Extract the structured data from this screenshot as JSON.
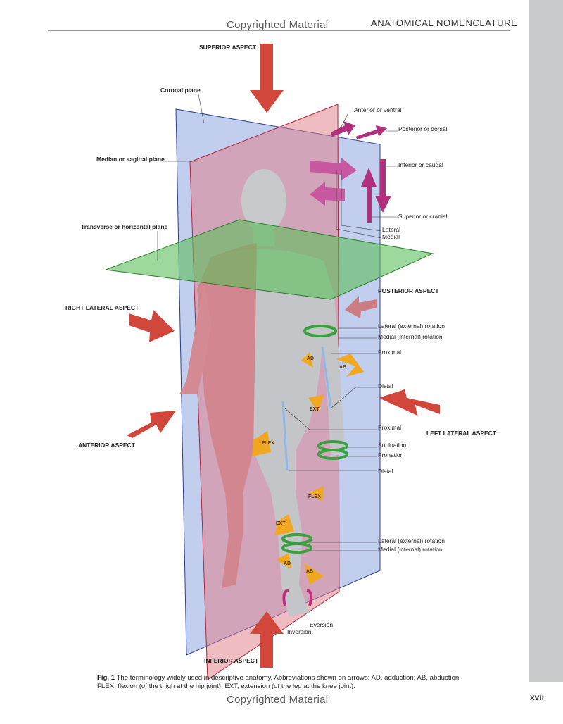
{
  "header": {
    "watermark": "Copyrighted Material",
    "running_head": "ANATOMICAL NOMENCLATURE"
  },
  "figure": {
    "aspects": {
      "superior": "SUPERIOR ASPECT",
      "inferior": "INFERIOR ASPECT",
      "right_lateral": "RIGHT LATERAL ASPECT",
      "left_lateral": "LEFT LATERAL ASPECT",
      "anterior": "ANTERIOR ASPECT",
      "posterior": "POSTERIOR ASPECT"
    },
    "planes": {
      "coronal": "Coronal plane",
      "sagittal": "Median or sagittal plane",
      "transverse": "Transverse or horizontal plane"
    },
    "directions": {
      "anterior": "Anterior or ventral",
      "posterior": "Posterior or dorsal",
      "inferior": "Inferior or caudal",
      "superior": "Superior or cranial",
      "lateral": "Lateral",
      "medial": "Medial"
    },
    "arm": {
      "lateral_rotation": "Lateral (external) rotation",
      "medial_rotation": "Medial (internal) rotation",
      "proximal": "Proximal",
      "distal": "Distal",
      "supination": "Supination",
      "pronation": "Pronation"
    },
    "leg": {
      "proximal": "Proximal",
      "distal": "Distal",
      "lateral_rotation": "Lateral (external) rotation",
      "medial_rotation": "Medial (internal) rotation",
      "eversion": "Eversion",
      "inversion": "Inversion"
    },
    "arrow_labels": {
      "ad": "AD",
      "ab": "AB",
      "ext": "EXT",
      "flex": "FLEX"
    },
    "colors": {
      "coronal": "#8fa6e0",
      "sagittal": "#e07a86",
      "transverse": "#5cc05a",
      "aspect_arrow": "#d2473b",
      "direction_arrow": "#b0307e",
      "movement_arrow": "#f0a820",
      "rotation": "#3aa040"
    }
  },
  "caption": {
    "label": "Fig. 1",
    "text": "The terminology widely used in descriptive anatomy. Abbreviations shown on arrows: AD, adduction; AB, abduction; FLEX, flexion (of the thigh at the hip joint); EXT, extension (of the leg at the knee joint)."
  },
  "footer": {
    "watermark": "Copyrighted Material",
    "page_number": "xvii"
  }
}
